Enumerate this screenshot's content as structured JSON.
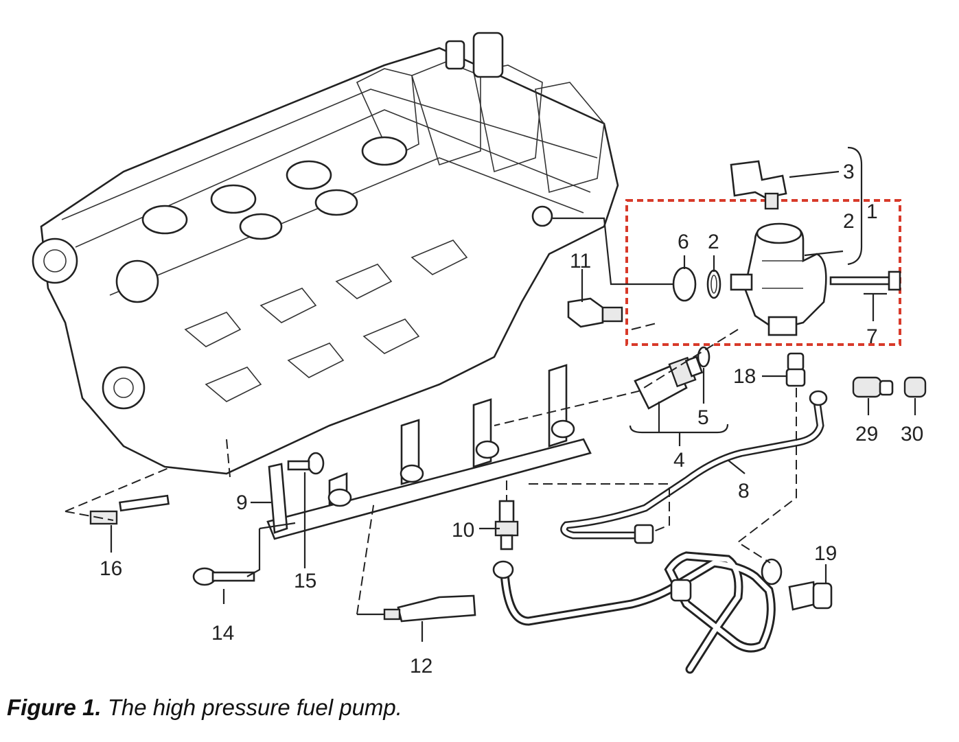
{
  "caption": {
    "label": "Figure 1.",
    "text": " The high pressure fuel pump."
  },
  "callouts": {
    "c1": "1",
    "c2a": "2",
    "c2b": "2",
    "c3": "3",
    "c4": "4",
    "c5": "5",
    "c6": "6",
    "c7": "7",
    "c8": "8",
    "c9": "9",
    "c10": "10",
    "c11": "11",
    "c12": "12",
    "c14": "14",
    "c15": "15",
    "c16": "16",
    "c18": "18",
    "c19": "19",
    "c29": "29",
    "c30": "30"
  },
  "colors": {
    "highlight_box": "#d83a2a",
    "ink": "#222222"
  }
}
